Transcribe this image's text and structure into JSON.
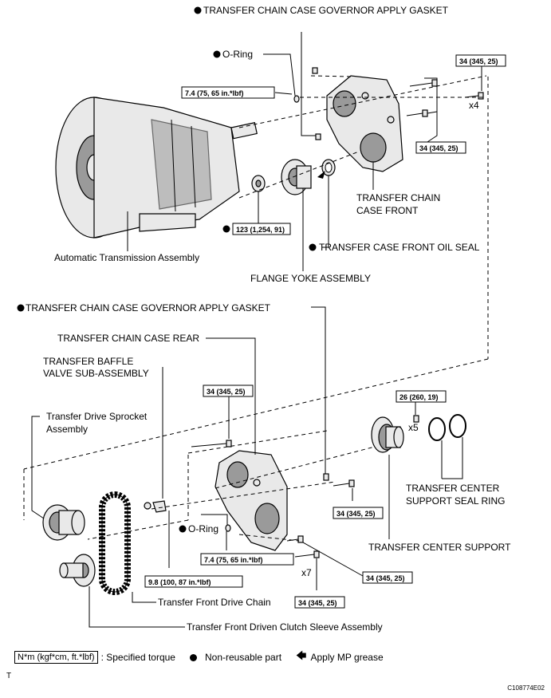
{
  "labels": {
    "gasket_top": "TRANSFER CHAIN CASE GOVERNOR APPLY GASKET",
    "oring_top": "O-Ring",
    "case_front": [
      "TRANSFER CHAIN",
      "CASE FRONT"
    ],
    "front_oil_seal": "TRANSFER CASE FRONT OIL SEAL",
    "at_assembly": "Automatic Transmission Assembly",
    "flange_yoke": "FLANGE YOKE ASSEMBLY",
    "gasket_mid": "TRANSFER CHAIN CASE GOVERNOR APPLY GASKET",
    "case_rear": "TRANSFER CHAIN CASE REAR",
    "baffle_valve": [
      "TRANSFER BAFFLE",
      "VALVE SUB-ASSEMBLY"
    ],
    "drive_sprocket": [
      "Transfer Drive Sprocket",
      "Assembly"
    ],
    "center_seal_ring": [
      "TRANSFER CENTER",
      "SUPPORT SEAL RING"
    ],
    "oring_bottom": "O-Ring",
    "center_support": "TRANSFER CENTER SUPPORT",
    "drive_chain": "Transfer Front Drive Chain",
    "driven_clutch": "Transfer Front Driven Clutch Sleeve Assembly"
  },
  "torques": {
    "t_top_oring": "7.4 (75, 65 in.*lbf)",
    "t_top_right": "34 (345, 25)",
    "t_top_mid": "34 (345, 25)",
    "t_nut": "123 (1,254, 91)",
    "t_rear_top": "34 (345, 25)",
    "t_support": "26 (260, 19)",
    "t_rear_right": "34 (345, 25)",
    "t_bottom_oring": "7.4 (75, 65 in.*lbf)",
    "t_baffle": "9.8 (100, 87 in.*lbf)",
    "t_bottom_right": "34 (345, 25)",
    "t_bottom": "34 (345, 25)"
  },
  "quantities": {
    "q_top": "x4",
    "q_support": "x5",
    "q_bottom": "x7"
  },
  "legend": {
    "torque_box": "N*m (kgf*cm, ft.*lbf)",
    "torque_text": ": Specified torque",
    "nonreusable": "Non-reusable part",
    "grease": "Apply MP grease"
  },
  "footer": {
    "mark": "T",
    "code": "C108774E02"
  }
}
